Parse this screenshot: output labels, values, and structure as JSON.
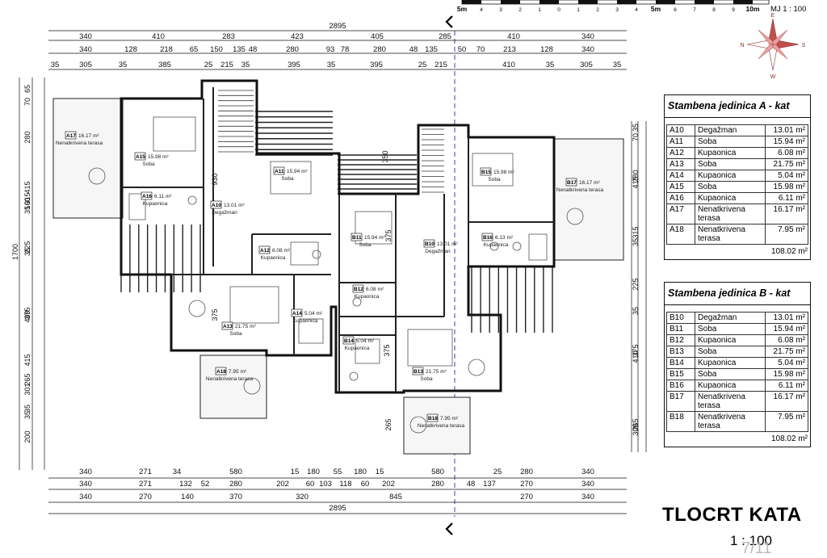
{
  "title": "TLOCRT KATA",
  "scale": "1 : 100",
  "scale_note": "MJ 1 : 100",
  "page_number": "7/11",
  "scalebar": {
    "labels": [
      "5m",
      "4",
      "3",
      "2",
      "1",
      "0",
      "1",
      "2",
      "3",
      "4",
      "5m",
      "6",
      "7",
      "8",
      "9",
      "10m"
    ]
  },
  "compass": [
    "E",
    "S",
    "W",
    "N"
  ],
  "dims": {
    "top_total": "2895",
    "top_row1": [
      "340",
      "410",
      "283",
      "423",
      "405",
      "285",
      "410",
      "340"
    ],
    "top_row2": [
      "340",
      "128",
      "218",
      "65",
      "150",
      "135",
      "48",
      "280",
      "93",
      "78",
      "280",
      "48",
      "135",
      "50",
      "70",
      "213",
      "128",
      "340"
    ],
    "top_row3": [
      "35",
      "305",
      "35",
      "385",
      "25",
      "215",
      "35",
      "395",
      "35",
      "395",
      "25",
      "215",
      "410",
      "35",
      "305",
      "35"
    ],
    "bottom_row1": [
      "340",
      "271",
      "34",
      "580",
      "15",
      "180",
      "55",
      "180",
      "15",
      "580",
      "25",
      "280",
      "340"
    ],
    "bottom_row2": [
      "340",
      "271",
      "132",
      "52",
      "280",
      "202",
      "60",
      "103",
      "118",
      "60",
      "202",
      "280",
      "48",
      "137",
      "270",
      "340"
    ],
    "bottom_row3": [
      "340",
      "270",
      "140",
      "370",
      "320",
      "845",
      "270",
      "340"
    ],
    "bottom_total": "2895",
    "left_outer": "1700",
    "left_row1": [
      "65",
      "70",
      "280",
      "415",
      "315",
      "160",
      "35",
      "225",
      "35",
      "409",
      "415",
      "375",
      "301",
      "265",
      "35",
      "35",
      "200"
    ],
    "right_row1": [
      "35",
      "70",
      "280",
      "415",
      "315",
      "35",
      "225",
      "35",
      "375",
      "410",
      "265",
      "300"
    ],
    "inner": [
      "930",
      "350",
      "375",
      "375",
      "375",
      "265",
      "265"
    ]
  },
  "units": [
    {
      "title": "Stambena jedinica A - kat",
      "rows": [
        {
          "code": "A10",
          "name": "Degažman",
          "area": "13.01 m²"
        },
        {
          "code": "A11",
          "name": "Soba",
          "area": "15.94 m²"
        },
        {
          "code": "A12",
          "name": "Kupaonica",
          "area": "6.08 m²"
        },
        {
          "code": "A13",
          "name": "Soba",
          "area": "21.75 m²"
        },
        {
          "code": "A14",
          "name": "Kupaonica",
          "area": "5.04 m²"
        },
        {
          "code": "A15",
          "name": "Soba",
          "area": "15.98 m²"
        },
        {
          "code": "A16",
          "name": "Kupaonica",
          "area": "6.11 m²"
        },
        {
          "code": "A17",
          "name": "Nenatkrivena terasa",
          "area": "16.17 m²"
        },
        {
          "code": "A18",
          "name": "Nenatkrivena terasa",
          "area": "7.95 m²"
        }
      ],
      "total": "108.02 m²"
    },
    {
      "title": "Stambena jedinica B - kat",
      "rows": [
        {
          "code": "B10",
          "name": "Degažman",
          "area": "13.01 m²"
        },
        {
          "code": "B11",
          "name": "Soba",
          "area": "15.94 m²"
        },
        {
          "code": "B12",
          "name": "Kupaonica",
          "area": "6.08 m²"
        },
        {
          "code": "B13",
          "name": "Soba",
          "area": "21.75 m²"
        },
        {
          "code": "B14",
          "name": "Kupaonica",
          "area": "5.04 m²"
        },
        {
          "code": "B15",
          "name": "Soba",
          "area": "15.98 m²"
        },
        {
          "code": "B16",
          "name": "Kupaonica",
          "area": "6.11 m²"
        },
        {
          "code": "B17",
          "name": "Nenatkrivena terasa",
          "area": "16.17 m²"
        },
        {
          "code": "B18",
          "name": "Nenatkrivena terasa",
          "area": "7.95 m²"
        }
      ],
      "total": "108.02 m²"
    }
  ],
  "room_labels": [
    {
      "code": "A17",
      "area": "16.17 m²",
      "name": "Nenatkrivena terasa"
    },
    {
      "code": "A15",
      "area": "15.98 m²",
      "name": "Soba"
    },
    {
      "code": "A16",
      "area": "6.11 m²",
      "name": "Kupaonica"
    },
    {
      "code": "A10",
      "area": "13.01 m²",
      "name": "Degažman"
    },
    {
      "code": "A11",
      "area": "15.94 m²",
      "name": "Soba"
    },
    {
      "code": "A12",
      "area": "6.08 m²",
      "name": "Kupaonica"
    },
    {
      "code": "A13",
      "area": "21.75 m²",
      "name": "Soba"
    },
    {
      "code": "A14",
      "area": "5.04 m²",
      "name": "Kupaonica"
    },
    {
      "code": "A18",
      "area": "7.95 m²",
      "name": "Nenatkrivena terasa"
    },
    {
      "code": "B11",
      "area": "15.94 m²",
      "name": "Soba"
    },
    {
      "code": "B10",
      "area": "13.01 m²",
      "name": "Degažman"
    },
    {
      "code": "B12",
      "area": "6.08 m²",
      "name": "Kupaonica"
    },
    {
      "code": "B14",
      "area": "5.04 m²",
      "name": "Kupaonica"
    },
    {
      "code": "B13",
      "area": "21.75 m²",
      "name": "Soba"
    },
    {
      "code": "B18",
      "area": "7.95 m²",
      "name": "Nenatkrivena terasa"
    },
    {
      "code": "B15",
      "area": "15.98 m²",
      "name": "Soba"
    },
    {
      "code": "B16",
      "area": "6.13 m²",
      "name": "Kupaonica"
    },
    {
      "code": "B17",
      "area": "16.17 m²",
      "name": "Nenatkrivena terasa"
    }
  ]
}
